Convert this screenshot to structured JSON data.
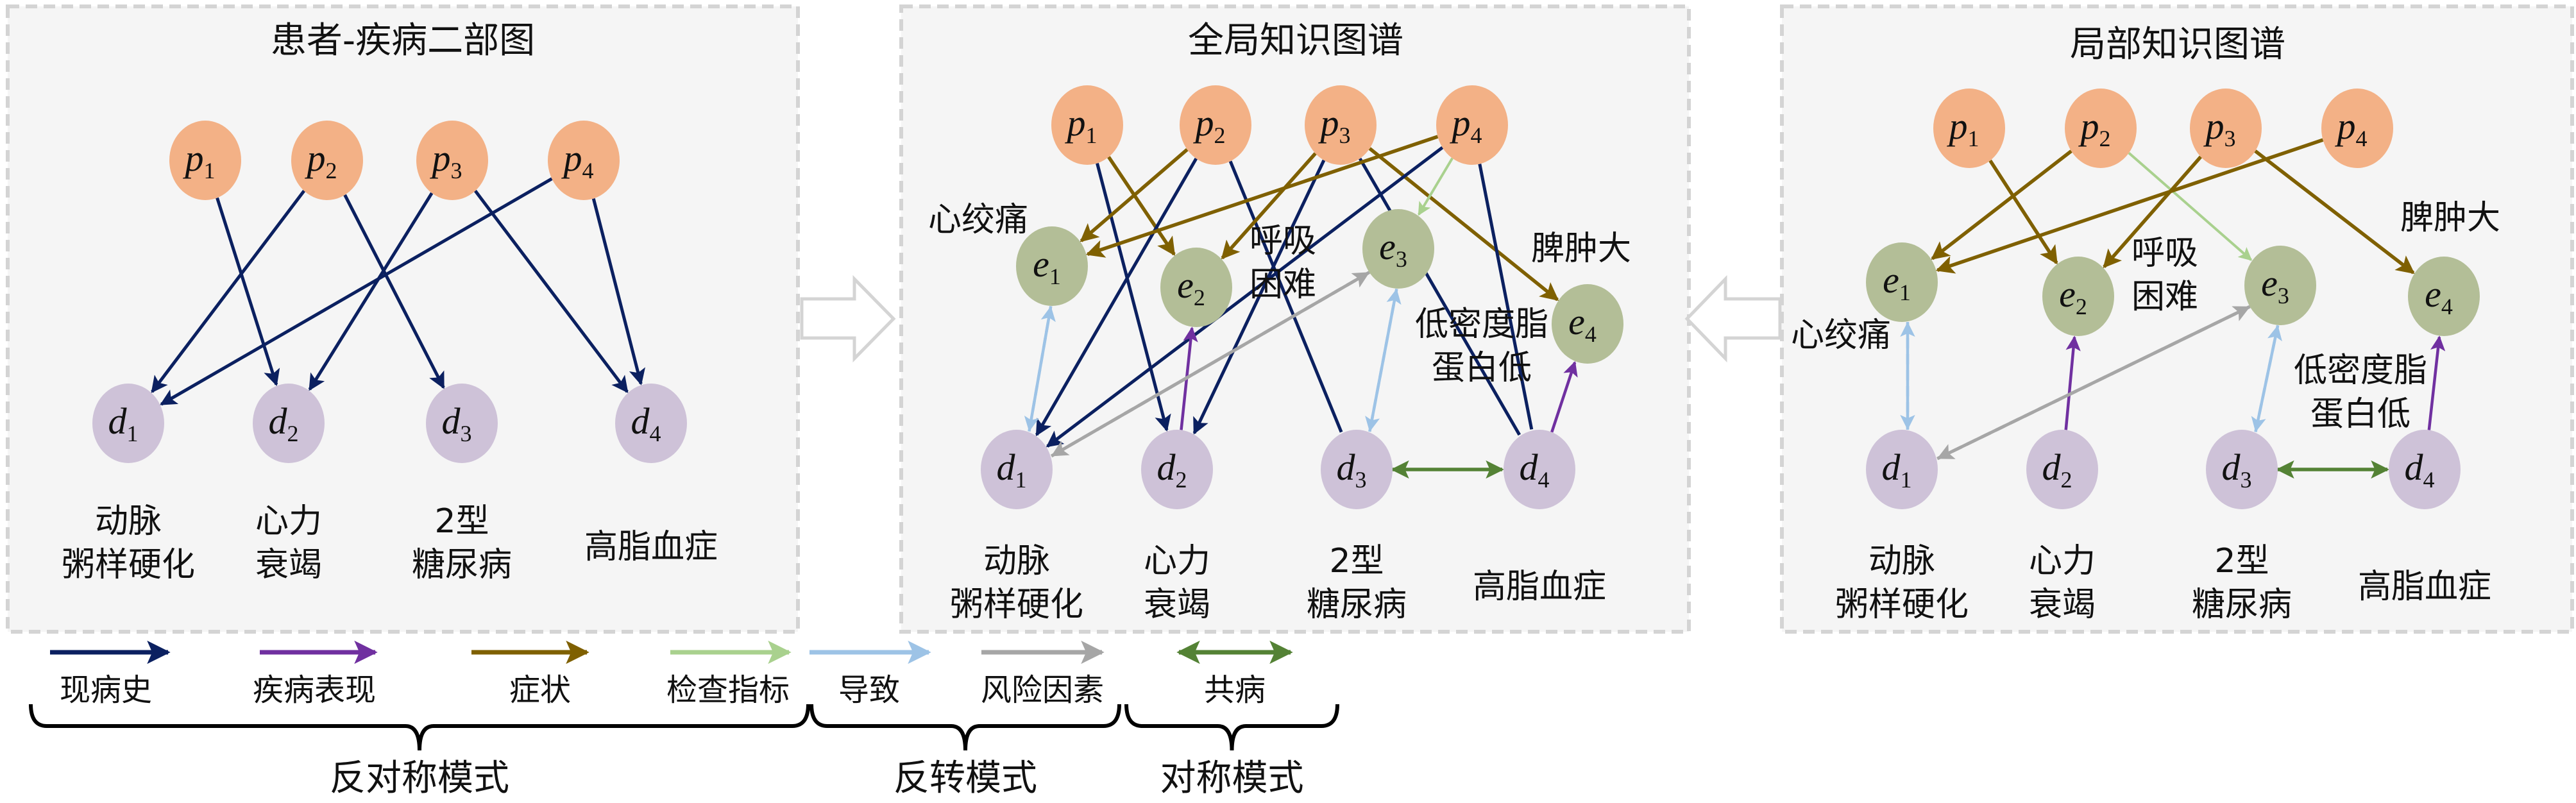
{
  "colors": {
    "panel_bg": "#f5f5f5",
    "panel_border": "#d4d4d4",
    "patient_node": "#f3b186",
    "disease_node": "#cec2d8",
    "symptom_node": "#b3be97",
    "edge_history": "#0b2060",
    "edge_manifestation": "#7030a0",
    "edge_symptom": "#7f6000",
    "edge_exam": "#a9d18e",
    "edge_cause": "#9dc3e6",
    "edge_risk": "#a6a6a6",
    "edge_comorbid": "#548235"
  },
  "panels": [
    {
      "id": "bipartite",
      "title": "患者-疾病二部图",
      "nodes": [
        {
          "id": "p1",
          "base": "p",
          "sub": "1",
          "type": "patient"
        },
        {
          "id": "p2",
          "base": "p",
          "sub": "2",
          "type": "patient"
        },
        {
          "id": "p3",
          "base": "p",
          "sub": "3",
          "type": "patient"
        },
        {
          "id": "p4",
          "base": "p",
          "sub": "4",
          "type": "patient"
        },
        {
          "id": "d1",
          "base": "d",
          "sub": "1",
          "type": "disease",
          "label": [
            "动脉",
            "粥样硬化"
          ]
        },
        {
          "id": "d2",
          "base": "d",
          "sub": "2",
          "type": "disease",
          "label": [
            "心力",
            "衰竭"
          ]
        },
        {
          "id": "d3",
          "base": "d",
          "sub": "3",
          "type": "disease",
          "label": [
            "2型",
            "糖尿病"
          ]
        },
        {
          "id": "d4",
          "base": "d",
          "sub": "4",
          "type": "disease",
          "label": [
            "高脂血症"
          ]
        }
      ],
      "edges": [
        {
          "from": "p1",
          "to": "d2",
          "relation": "history"
        },
        {
          "from": "p2",
          "to": "d1",
          "relation": "history"
        },
        {
          "from": "p2",
          "to": "d3",
          "relation": "history"
        },
        {
          "from": "p3",
          "to": "d2",
          "relation": "history"
        },
        {
          "from": "p3",
          "to": "d4",
          "relation": "history"
        },
        {
          "from": "p4",
          "to": "d1",
          "relation": "history"
        },
        {
          "from": "p4",
          "to": "d4",
          "relation": "history"
        }
      ]
    },
    {
      "id": "global",
      "title": "全局知识图谱",
      "nodes": [
        {
          "id": "p1",
          "base": "p",
          "sub": "1",
          "type": "patient"
        },
        {
          "id": "p2",
          "base": "p",
          "sub": "2",
          "type": "patient"
        },
        {
          "id": "p3",
          "base": "p",
          "sub": "3",
          "type": "patient"
        },
        {
          "id": "p4",
          "base": "p",
          "sub": "4",
          "type": "patient"
        },
        {
          "id": "e1",
          "base": "e",
          "sub": "1",
          "type": "symptom",
          "label": [
            "心绞痛"
          ]
        },
        {
          "id": "e2",
          "base": "e",
          "sub": "2",
          "type": "symptom",
          "label": [
            "呼吸",
            "困难"
          ]
        },
        {
          "id": "e3",
          "base": "e",
          "sub": "3",
          "type": "symptom",
          "label": [
            "低密度脂",
            "蛋白低"
          ]
        },
        {
          "id": "e4",
          "base": "e",
          "sub": "4",
          "type": "symptom",
          "label": [
            "脾肿大"
          ]
        },
        {
          "id": "d1",
          "base": "d",
          "sub": "1",
          "type": "disease",
          "label": [
            "动脉",
            "粥样硬化"
          ]
        },
        {
          "id": "d2",
          "base": "d",
          "sub": "2",
          "type": "disease",
          "label": [
            "心力",
            "衰竭"
          ]
        },
        {
          "id": "d3",
          "base": "d",
          "sub": "3",
          "type": "disease",
          "label": [
            "2型",
            "糖尿病"
          ]
        },
        {
          "id": "d4",
          "base": "d",
          "sub": "4",
          "type": "disease",
          "label": [
            "高脂血症"
          ]
        }
      ],
      "edges": [
        {
          "from": "p1",
          "to": "d2",
          "relation": "history"
        },
        {
          "from": "p1",
          "to": "e2",
          "relation": "symptom"
        },
        {
          "from": "p2",
          "to": "e1",
          "relation": "symptom"
        },
        {
          "from": "p2",
          "to": "d1",
          "relation": "history"
        },
        {
          "from": "p2",
          "to": "d3",
          "relation": "history",
          "arrow": false
        },
        {
          "from": "p3",
          "to": "e2",
          "relation": "symptom"
        },
        {
          "from": "p3",
          "to": "d2",
          "relation": "history"
        },
        {
          "from": "p3",
          "to": "d4",
          "relation": "history",
          "arrow": false
        },
        {
          "from": "p3",
          "to": "e4",
          "relation": "symptom"
        },
        {
          "from": "p4",
          "to": "e1",
          "relation": "symptom"
        },
        {
          "from": "p4",
          "to": "e3",
          "relation": "exam"
        },
        {
          "from": "p4",
          "to": "d1",
          "relation": "history"
        },
        {
          "from": "p4",
          "to": "d4",
          "relation": "history",
          "arrow": false
        },
        {
          "from": "d1",
          "to": "e1",
          "relation": "cause"
        },
        {
          "from": "e1",
          "to": "d1",
          "relation": "cause",
          "dashed": true
        },
        {
          "from": "d2",
          "to": "e2",
          "relation": "manifestation"
        },
        {
          "from": "d1",
          "to": "e3",
          "relation": "risk"
        },
        {
          "from": "e3",
          "to": "d1",
          "relation": "risk",
          "dashed": true
        },
        {
          "from": "d3",
          "to": "e3",
          "relation": "cause"
        },
        {
          "from": "e3",
          "to": "d3",
          "relation": "cause",
          "dashed": true
        },
        {
          "from": "d4",
          "to": "e4",
          "relation": "manifestation"
        },
        {
          "from": "d3",
          "to": "d4",
          "relation": "comorbid",
          "both": true
        }
      ]
    },
    {
      "id": "local",
      "title": "局部知识图谱",
      "nodes": [
        {
          "id": "p1",
          "base": "p",
          "sub": "1",
          "type": "patient"
        },
        {
          "id": "p2",
          "base": "p",
          "sub": "2",
          "type": "patient"
        },
        {
          "id": "p3",
          "base": "p",
          "sub": "3",
          "type": "patient"
        },
        {
          "id": "p4",
          "base": "p",
          "sub": "4",
          "type": "patient"
        },
        {
          "id": "e1",
          "base": "e",
          "sub": "1",
          "type": "symptom",
          "label": [
            "心绞痛"
          ]
        },
        {
          "id": "e2",
          "base": "e",
          "sub": "2",
          "type": "symptom",
          "label": [
            "呼吸",
            "困难"
          ]
        },
        {
          "id": "e3",
          "base": "e",
          "sub": "3",
          "type": "symptom",
          "label": [
            "低密度脂",
            "蛋白低"
          ]
        },
        {
          "id": "e4",
          "base": "e",
          "sub": "4",
          "type": "symptom",
          "label": [
            "脾肿大"
          ]
        },
        {
          "id": "d1",
          "base": "d",
          "sub": "1",
          "type": "disease",
          "label": [
            "动脉",
            "粥样硬化"
          ]
        },
        {
          "id": "d2",
          "base": "d",
          "sub": "2",
          "type": "disease",
          "label": [
            "心力",
            "衰竭"
          ]
        },
        {
          "id": "d3",
          "base": "d",
          "sub": "3",
          "type": "disease",
          "label": [
            "2型",
            "糖尿病"
          ]
        },
        {
          "id": "d4",
          "base": "d",
          "sub": "4",
          "type": "disease",
          "label": [
            "高脂血症"
          ]
        }
      ],
      "edges": [
        {
          "from": "p1",
          "to": "e2",
          "relation": "symptom"
        },
        {
          "from": "p2",
          "to": "e1",
          "relation": "symptom"
        },
        {
          "from": "p2",
          "to": "e3",
          "relation": "exam"
        },
        {
          "from": "p3",
          "to": "e2",
          "relation": "symptom"
        },
        {
          "from": "p3",
          "to": "e4",
          "relation": "symptom"
        },
        {
          "from": "p4",
          "to": "e1",
          "relation": "symptom"
        },
        {
          "from": "d1",
          "to": "e1",
          "relation": "cause"
        },
        {
          "from": "e1",
          "to": "d1",
          "relation": "cause",
          "dashed": true
        },
        {
          "from": "d2",
          "to": "e2",
          "relation": "manifestation"
        },
        {
          "from": "d1",
          "to": "e3",
          "relation": "risk"
        },
        {
          "from": "e3",
          "to": "d1",
          "relation": "risk",
          "dashed": true
        },
        {
          "from": "d3",
          "to": "e3",
          "relation": "cause"
        },
        {
          "from": "e3",
          "to": "d3",
          "relation": "cause",
          "dashed": true
        },
        {
          "from": "d4",
          "to": "e4",
          "relation": "manifestation"
        },
        {
          "from": "d3",
          "to": "d4",
          "relation": "comorbid",
          "both": true
        }
      ]
    }
  ],
  "transitions": [
    {
      "from": "bipartite",
      "to": "global",
      "direction": "right"
    },
    {
      "from": "local",
      "to": "global",
      "direction": "left"
    }
  ],
  "legend": {
    "items": [
      {
        "relation": "history",
        "label": "现病史"
      },
      {
        "relation": "manifestation",
        "label": "疾病表现"
      },
      {
        "relation": "symptom",
        "label": "症状"
      },
      {
        "relation": "exam",
        "label": "检查指标"
      },
      {
        "relation": "cause",
        "label": "导致"
      },
      {
        "relation": "risk",
        "label": "风险因素"
      },
      {
        "relation": "comorbid",
        "label": "共病",
        "both": true
      }
    ],
    "groups": [
      {
        "label": "反对称模式",
        "members": [
          "history",
          "manifestation",
          "symptom",
          "exam"
        ]
      },
      {
        "label": "反转模式",
        "members": [
          "cause",
          "risk"
        ]
      },
      {
        "label": "对称模式",
        "members": [
          "comorbid"
        ]
      }
    ]
  }
}
